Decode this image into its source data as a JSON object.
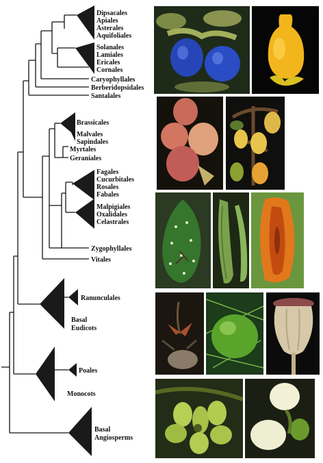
{
  "clade_labels": {
    "dipsacales": "Dipsacales",
    "apiales": "Apiales",
    "asterales": "Asterales",
    "aquifoliales": "Aquifoliales",
    "solanales": "Solanales",
    "lamiales": "Lamiales",
    "ericales": "Ericales",
    "cornales": "Cornales",
    "caryophyllales": "Caryophyllales",
    "berberidopsidales": "Berberidopsidales",
    "santalales": "Santalales",
    "brassicales": "Brassicales",
    "malvales": "Malvales",
    "sapindales": "Sapindales",
    "myrtales": "Myrtales",
    "geraniales": "Geraniales",
    "fagales": "Fagales",
    "cucurbitales": "Cucurbitales",
    "rosales": "Rosales",
    "fabales": "Fabales",
    "malpigiales": "Malpigiales",
    "oxalidales": "Oxalidales",
    "celastrales": "Celastrales",
    "zygophyllales": "Zygophyllales",
    "vitales": "Vitales",
    "ranunculales": "Ranunculales",
    "basal_eudicots_1": "Basal",
    "basal_eudicots_2": "Eudicots",
    "poales": "Poales",
    "monocots": "Monocots",
    "basal_angiosperms_1": "Basal",
    "basal_angiosperms_2": "Angiosperms"
  },
  "colors": {
    "tree_line": "#111111",
    "wedge": "#1a1a1a",
    "background": "#ffffff"
  }
}
